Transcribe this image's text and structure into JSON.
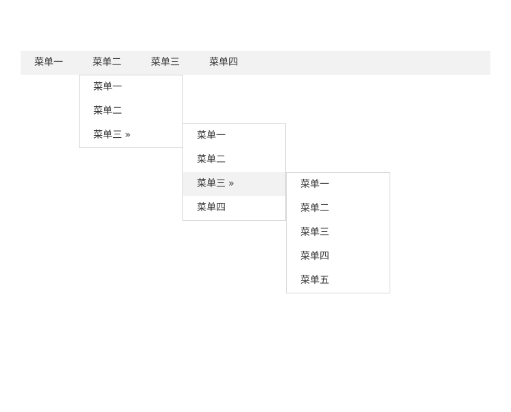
{
  "menubar": {
    "items": [
      {
        "label": "菜单一"
      },
      {
        "label": "菜单二"
      },
      {
        "label": "菜单三"
      },
      {
        "label": "菜单四"
      }
    ]
  },
  "submenu_level1": {
    "items": [
      {
        "label": "菜单一"
      },
      {
        "label": "菜单二"
      },
      {
        "label": "菜单三",
        "arrow": "»"
      }
    ]
  },
  "submenu_level2": {
    "items": [
      {
        "label": "菜单一"
      },
      {
        "label": "菜单二"
      },
      {
        "label": "菜单三",
        "arrow": "»"
      },
      {
        "label": "菜单四"
      }
    ]
  },
  "submenu_level3": {
    "items": [
      {
        "label": "菜单一"
      },
      {
        "label": "菜单二"
      },
      {
        "label": "菜单三"
      },
      {
        "label": "菜单四"
      },
      {
        "label": "菜单五"
      }
    ]
  },
  "colors": {
    "menubar_bg": "#f2f2f2",
    "hover_bg": "#f2f2f2",
    "border": "#d5d5d5",
    "text": "#333333"
  }
}
